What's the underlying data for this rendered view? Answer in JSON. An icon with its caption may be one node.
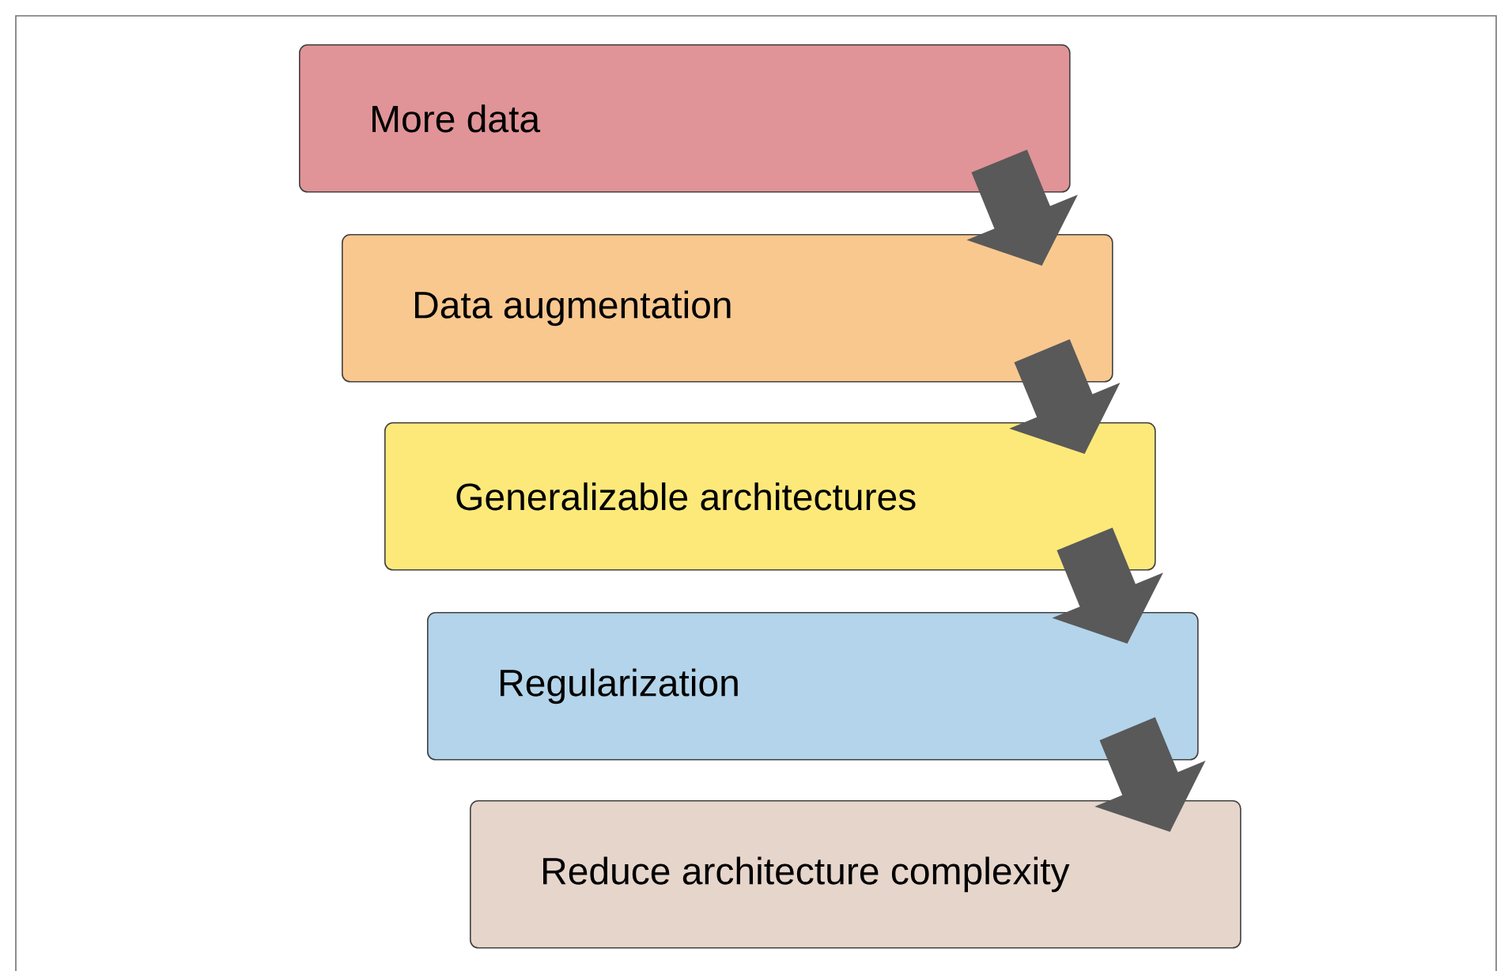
{
  "diagram": {
    "nodes": [
      {
        "text": [
          "More data"
        ]
      },
      {
        "text": [
          "Data augmentation"
        ]
      },
      {
        "text": [
          "Generalizable architectures"
        ]
      },
      {
        "text": [
          "Regularization"
        ]
      },
      {
        "text": [
          "Reduce architecture complexity"
        ]
      }
    ],
    "edges": [
      {
        "from": 0,
        "to": 1,
        "arrow": "to"
      },
      {
        "from": 1,
        "to": 2,
        "arrow": "to"
      },
      {
        "from": 2,
        "to": 3,
        "arrow": "to"
      },
      {
        "from": 3,
        "to": 4,
        "arrow": "to"
      }
    ]
  }
}
